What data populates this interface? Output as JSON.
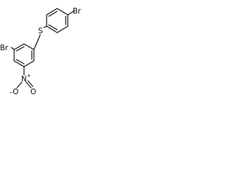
{
  "molecule": {
    "atoms": {
      "br_top": "Br",
      "sulfur": "S",
      "br_left": "Br",
      "nitro_nitrogen": "N",
      "nitro_plus": "+",
      "nitro_oxygen_single": "O",
      "nitro_minus": "−",
      "nitro_oxygen_double": "O"
    }
  }
}
